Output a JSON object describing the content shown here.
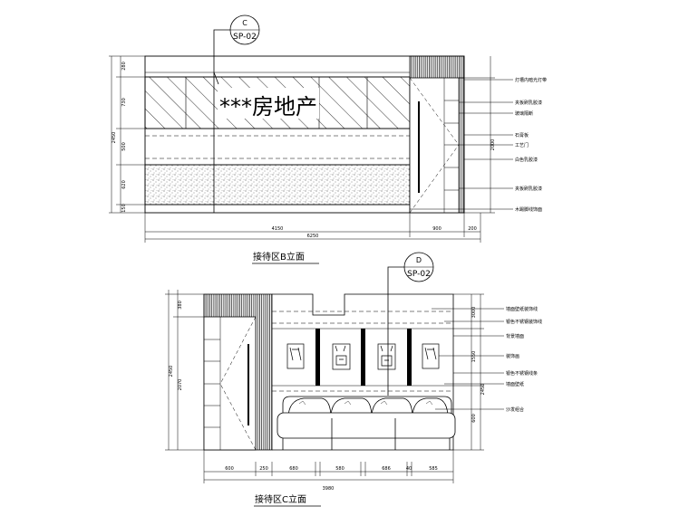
{
  "elevation_b": {
    "title": "接待区B立面",
    "callout": {
      "letter": "C",
      "ref": "SP-02"
    },
    "brand_text": "***房地产",
    "overall_dim": "6250",
    "bottom_dims": [
      "4150",
      "900",
      "200"
    ],
    "left_total": "2450",
    "left_dims": [
      "280",
      "730",
      "500",
      "620",
      "150"
    ],
    "right_dim": "2000",
    "notes": [
      "灯槽内暗光灯带",
      "夹板刷乳胶漆",
      "玻璃隔断",
      "石膏板",
      "工艺门",
      "白色乳胶漆",
      "夹板刷乳胶漆",
      "木踢脚线饰面"
    ]
  },
  "elevation_c": {
    "title": "接待区C立面",
    "callout": {
      "letter": "D",
      "ref": "SP-02"
    },
    "overall_dim": "3980",
    "bottom_dims": [
      "600",
      "250",
      "680",
      "580",
      "686",
      "40",
      "585"
    ],
    "left_total": "2450",
    "left_dims": [
      "380",
      "2070"
    ],
    "right_dims": [
      "3000",
      "1550",
      "600"
    ],
    "right_total": "2450",
    "notes": [
      "墙面壁纸装饰线",
      "银色不锈钢装饰线",
      "背景墙面",
      "装饰画",
      "银色不锈钢线条",
      "墙面壁纸",
      "沙发组合"
    ]
  }
}
